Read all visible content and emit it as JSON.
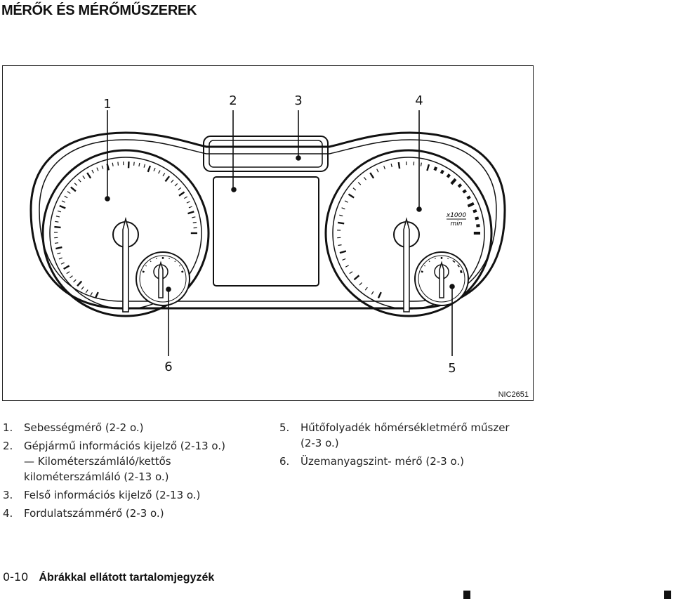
{
  "section_title": "MÉRŐK ÉS MÉRŐMŰSZEREK",
  "figure": {
    "code": "NIC2651",
    "callouts": [
      "1",
      "2",
      "3",
      "4",
      "5",
      "6"
    ],
    "tacho_unit_top": "x1000",
    "tacho_unit_bottom": "min"
  },
  "legend_left": [
    {
      "num": "1.",
      "lines": [
        "Sebességmérő (2-2 o.)"
      ]
    },
    {
      "num": "2.",
      "lines": [
        "Gépjármű információs kijelző (2-13 o.)",
        "— Kilométerszámláló/kettős",
        "kilométerszámláló (2-13 o.)"
      ]
    },
    {
      "num": "3.",
      "lines": [
        "Felső információs kijelző (2-13 o.)"
      ]
    },
    {
      "num": "4.",
      "lines": [
        "Fordulatszámmérő (2-3 o.)"
      ]
    }
  ],
  "legend_right": [
    {
      "num": "5.",
      "lines": [
        "Hűtőfolyadék hőmérsékletmérő műszer",
        "(2-3 o.)"
      ]
    },
    {
      "num": "6.",
      "lines": [
        "Üzemanyagszint- mérő (2-3 o.)"
      ]
    }
  ],
  "footer": {
    "page": "0-10",
    "title": "Ábrákkal ellátott tartalomjegyzék"
  }
}
